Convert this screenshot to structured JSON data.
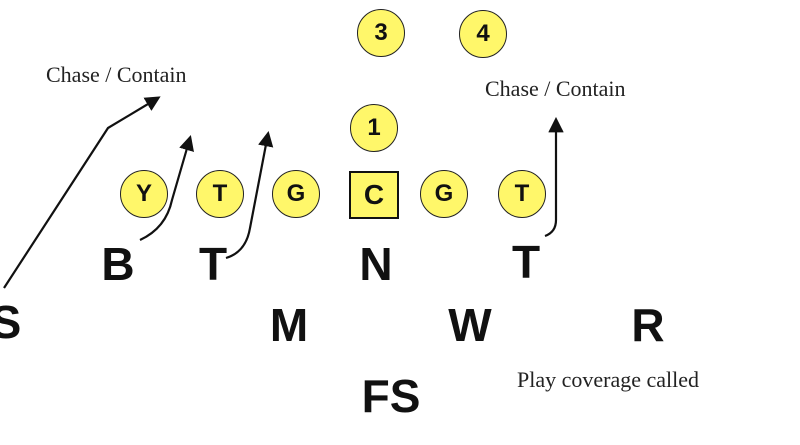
{
  "offense": {
    "backs": [
      "3",
      "4",
      "1"
    ],
    "line": [
      "Y",
      "T",
      "G",
      "C",
      "G",
      "T"
    ]
  },
  "defense": {
    "labels": [
      "B",
      "T",
      "N",
      "T",
      "S",
      "M",
      "W",
      "R",
      "FS"
    ]
  },
  "notes": {
    "left_assignment": "Chase / Contain",
    "right_assignment": "Chase / Contain",
    "coverage": "Play coverage called"
  },
  "colors": {
    "player_fill": "#fff76a",
    "outline": "#222222",
    "text": "#111111"
  }
}
